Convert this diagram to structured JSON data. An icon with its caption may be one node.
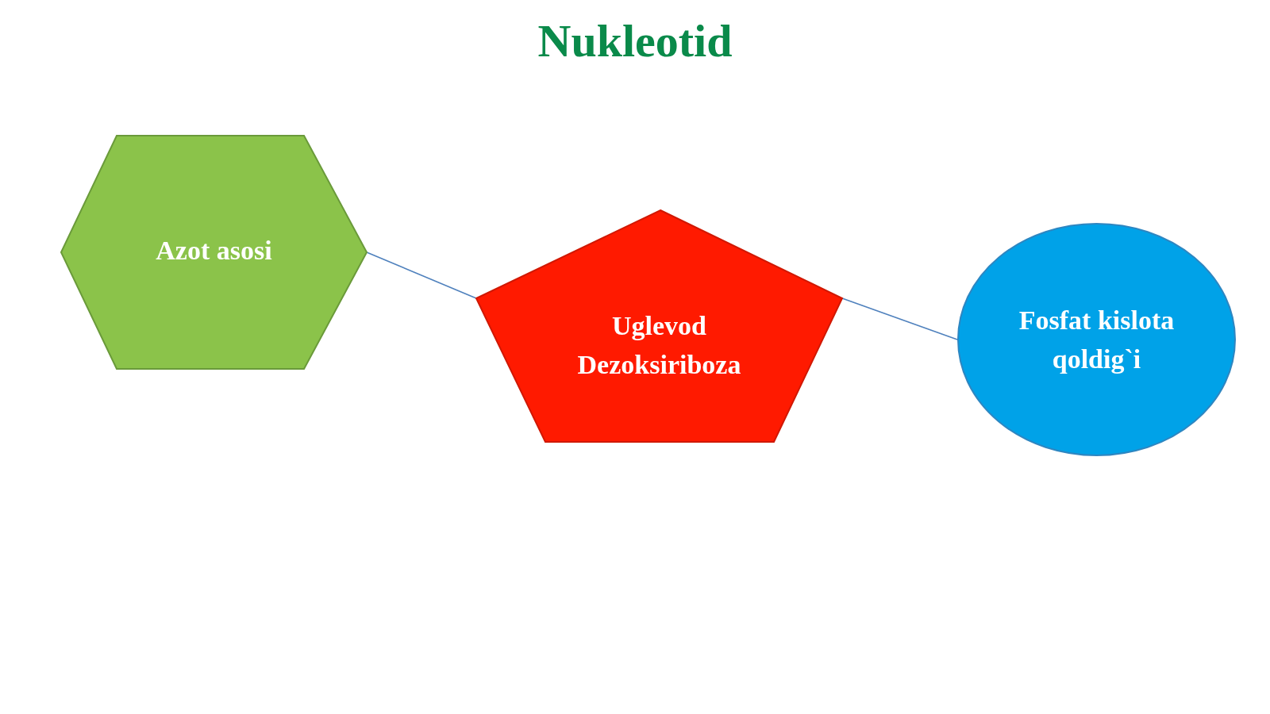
{
  "diagram": {
    "title": "Nukleotid",
    "nodes": [
      {
        "text": [
          "Azot asosi"
        ]
      },
      {
        "text": [
          "Uglevod",
          "Dezoksiriboza"
        ]
      },
      {
        "text": [
          "Fosfat kislota qoldig`i"
        ]
      }
    ],
    "edges": [
      {
        "from": 0,
        "to": 1,
        "arrow": "none"
      },
      {
        "from": 1,
        "to": 2,
        "arrow": "none"
      }
    ]
  }
}
